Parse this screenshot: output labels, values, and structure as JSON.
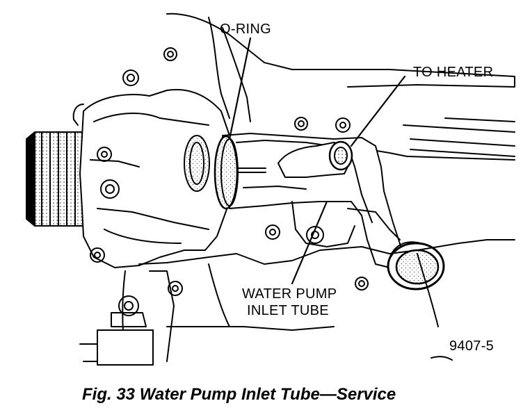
{
  "labels": {
    "o_ring": "O-RING",
    "to_heater": "TO HEATER",
    "water_pump_line1": "WATER PUMP",
    "water_pump_line2": "INLET TUBE",
    "figure_number": "9407-5"
  },
  "caption": "Fig. 33 Water Pump Inlet Tube—Service",
  "colors": {
    "ink": "#000000",
    "paper": "#ffffff",
    "shade": "#cfcfcf"
  }
}
